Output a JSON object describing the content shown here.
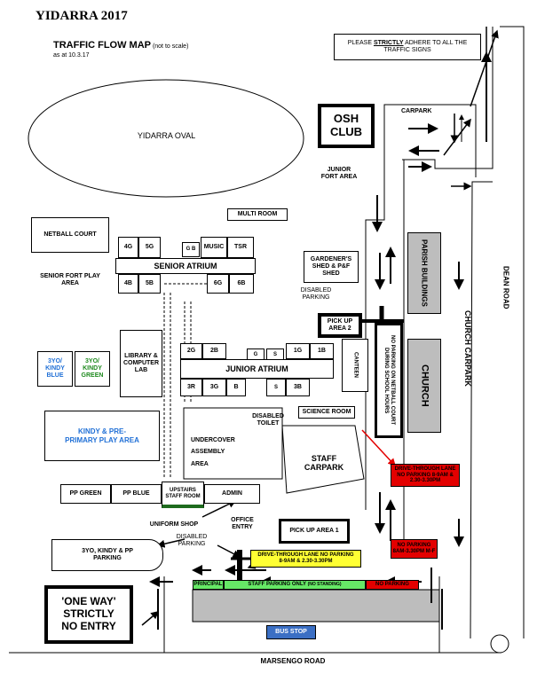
{
  "title": "YIDARRA 2017",
  "subtitle": "TRAFFIC FLOW MAP",
  "subtitle_note": "(not to scale)",
  "date": "as at 10.3.17",
  "notice": {
    "pre": "PLEASE ",
    "strong": "STRICTLY",
    "post": " ADHERE TO ALL THE TRAFFIC SIGNS"
  },
  "oval": "YIDARRA OVAL",
  "osh": "OSH CLUB",
  "carpark": "CARPARK",
  "junior_fort": "JUNIOR FORT AREA",
  "multi_room": "MULTI ROOM",
  "netball": "NETBALL COURT",
  "senior_atrium": "SENIOR ATRIUM",
  "senior_fort": "SENIOR FORT PLAY AREA",
  "rooms": {
    "r4g": "4G",
    "r5g": "5G",
    "gb_top": "G B",
    "music": "MUSIC",
    "tsr": "TSR",
    "r4b": "4B",
    "r5b": "5B",
    "r6g": "6G",
    "r6b": "6B",
    "r2g": "2G",
    "r2b": "2B",
    "g": "G",
    "s_top": "S",
    "r1g": "1G",
    "r1b": "1B",
    "r3r": "3R",
    "r3g": "3G",
    "b": "B",
    "s_bot": "S",
    "r3b": "3B"
  },
  "gardener": "GARDENER'S SHED & P&F SHED",
  "disabled_parking_top": "DISABLED PARKING",
  "pickup2": "PICK UP AREA 2",
  "parish": "PARISH BUILDINGS",
  "dean_road": "DEAN ROAD",
  "church_carpark": "CHURCH CARPARK",
  "church": "CHURCH",
  "canteen": "CANTEEN",
  "no_parking_netball": "NO PARKING ON NETBALL COURT DURING SCHOOL HOURS",
  "library": "LIBRARY & COMPUTER LAB",
  "junior_atrium": "JUNIOR ATRIUM",
  "kindy_blue": "3YO/ KINDY BLUE",
  "kindy_green": "3YO/ KINDY GREEN",
  "disabled_toilet": "DISABLED TOILET",
  "science": "SCIENCE ROOM",
  "kindy_play": "KINDY & PRE-PRIMARY PLAY AREA",
  "undercover": "UNDERCOVER ASSEMBLY AREA",
  "staff_carpark": "STAFF CARPARK",
  "drive_through_red": "DRIVE-THROUGH LANE NO PARKING 8-9AM & 2.30-3.30PM",
  "pp_green": "PP GREEN",
  "pp_blue": "PP BLUE",
  "upstairs": "UPSTAIRS STAFF ROOM",
  "admin": "ADMIN",
  "uniform": "UNIFORM SHOP",
  "office_entry": "OFFICE ENTRY",
  "disabled_parking_bot": "DISABLED PARKING",
  "kindy_parking": "3YO, KINDY & PP PARKING",
  "pickup1": "PICK UP AREA 1",
  "no_parking_red": "NO PARKING 8AM-3.30PM M-F",
  "drive_through_yellow": "DRIVE-THROUGH LANE NO PARKING 8-9AM & 2.30-3.30PM",
  "principal": "PRINCIPAL",
  "staff_parking": "STAFF PARKING ONLY",
  "no_standing": "(NO STANDING)",
  "no_parking_small": "NO PARKING",
  "one_way": "'ONE WAY' STRICTLY NO ENTRY",
  "bus_stop": "BUS STOP",
  "marsengo": "MARSENGO ROAD",
  "colors": {
    "red": "#e30000",
    "yellow": "#ffff33",
    "green": "#66e866",
    "blue": "#1f6fd6",
    "dark_green": "#1e6b1e",
    "bus_blue": "#3b6fc4"
  }
}
